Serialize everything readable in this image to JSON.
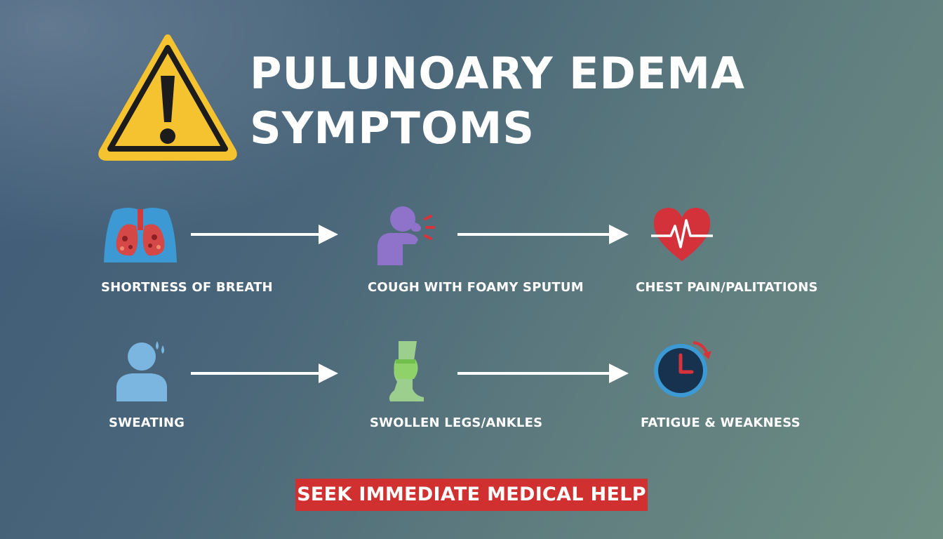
{
  "title": {
    "line1": "PULUNOARY EDEMA",
    "line2": "SYMPTOMS"
  },
  "icons": {
    "warning": "warning-triangle-icon",
    "lungs": "lungs-icon",
    "cough": "coughing-person-icon",
    "heart": "heart-pulse-icon",
    "sweat": "sweating-person-icon",
    "leg": "swollen-leg-icon",
    "clock": "clock-icon"
  },
  "symptoms": [
    {
      "label": "SHORTNESS OF BREATH"
    },
    {
      "label": "COUGH WITH FOAMY SPUTUM"
    },
    {
      "label": "CHEST PAIN/PALITATIONS"
    },
    {
      "label": "SWEATING"
    },
    {
      "label": "SWOLLEN LEGS/ANKLES"
    },
    {
      "label": "FATIGUE & WEAKNESS"
    }
  ],
  "cta": {
    "label": "SEEK IMMEDIATE MEDICAL HELP"
  },
  "colors": {
    "warning_yellow": "#f5c230",
    "cta_red": "#d0302f",
    "heart_red": "#d3323b",
    "lung_blue": "#3c99d3",
    "cough_purple": "#8f72c9",
    "sweat_blue": "#7ab6e0",
    "leg_green": "#8fd26a",
    "clock_navy": "#16324f"
  }
}
